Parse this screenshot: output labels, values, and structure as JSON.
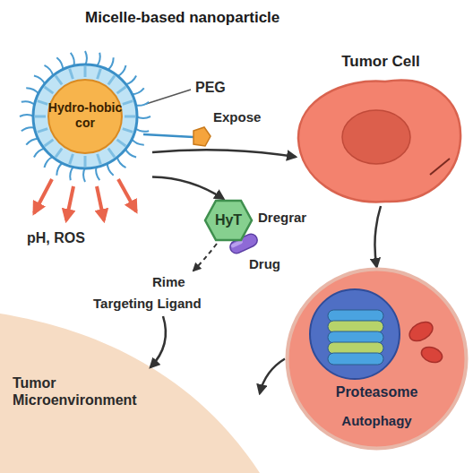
{
  "diagram": {
    "title": "Micelle-based nanoparticle",
    "nodes": [
      {
        "text": [
          "Hydro-hobic cor"
        ]
      },
      {
        "text": [
          "Tumor Cell"
        ]
      },
      {
        "text": [
          "HyT"
        ]
      },
      {
        "text": [
          "Proteasome",
          "Autophagy"
        ]
      },
      {
        "text": [
          "Tumor Microenvironment"
        ]
      }
    ],
    "edges": [
      {
        "from": 0,
        "to": 1,
        "arrow": "to"
      },
      {
        "from": 0,
        "to": 2,
        "arrow": "to"
      },
      {
        "from": 1,
        "to": 3,
        "arrow": "to"
      },
      {
        "from": 3,
        "to": 4,
        "arrow": "to"
      }
    ],
    "labels": [
      "PEG",
      "Expose",
      "pH, ROS",
      "Dregrar",
      "Drug",
      "Rime",
      "Targeting Ligand"
    ]
  }
}
